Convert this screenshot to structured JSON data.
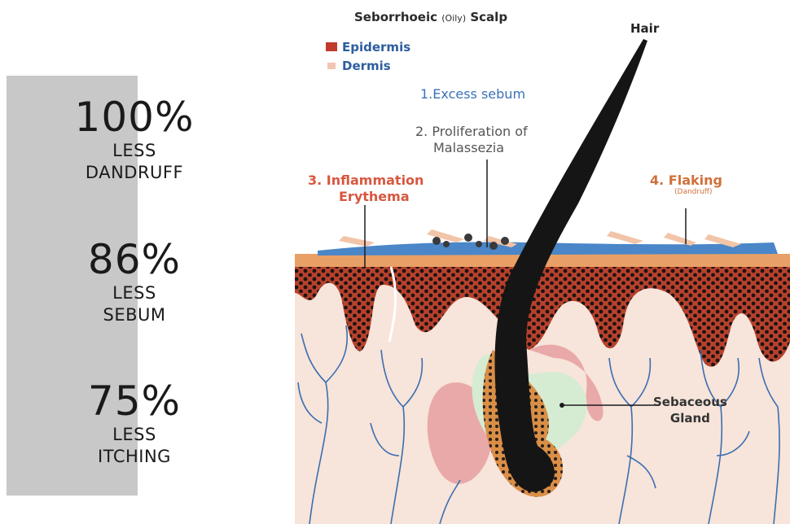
{
  "stats": [
    {
      "value": "100%",
      "line1": "LESS",
      "line2": "DANDRUFF"
    },
    {
      "value": "86%",
      "line1": "LESS",
      "line2": "SEBUM"
    },
    {
      "value": "75%",
      "line1": "LESS",
      "line2": "ITCHING"
    }
  ],
  "diagram": {
    "title_main": "Seborrhoeic",
    "title_paren": "(Oily)",
    "title_end": "Scalp",
    "legend": {
      "epidermis": "Epidermis",
      "dermis": "Dermis"
    },
    "hair_label": "Hair",
    "step1": "1.Excess sebum",
    "step2_line1": "2. Proliferation of",
    "step2_line2": "Malassezia",
    "step3_line1": "3. Inflammation",
    "step3_line2": "Erythema",
    "step4": "4. Flaking",
    "step4_sub": "(Dandruff)",
    "gland_line1": "Sebaceous",
    "gland_line2": "Gland"
  },
  "colors": {
    "panel": "#c8c8c8",
    "epidermis": "#c03b2b",
    "dermis": "#f3c5b4",
    "sebum": "#4a86c8",
    "vessels": "#3a6fb0",
    "gland": "#d6ecd2"
  }
}
